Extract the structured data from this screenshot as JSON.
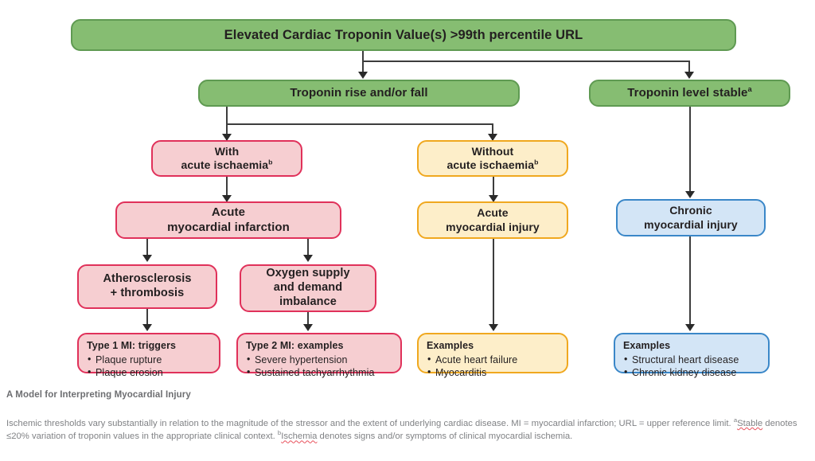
{
  "figure": {
    "caption_title": "A Model for Interpreting Myocardial Injury",
    "caption_body_part1": "Ischemic thresholds vary substantially in relation to the magnitude of the stressor and the extent of underlying cardiac disease. MI = myocardial infarction; URL = upper reference limit. ",
    "caption_sup_a": "a",
    "caption_spell_stable": "Stable",
    "caption_body_part2": " denotes ≤20% variation of troponin values in the appropriate clinical context. ",
    "caption_sup_b": "b",
    "caption_spell_ischemia": "Ischemia",
    "caption_body_part3": " denotes signs and/or symptoms of clinical myocardial ischemia."
  },
  "colors": {
    "green_fill": "#86bd72",
    "green_border": "#5f9a52",
    "pink_fill": "#f6ced1",
    "pink_border": "#e0315a",
    "yellow_fill": "#fdeec9",
    "yellow_border": "#f0a81f",
    "blue_fill": "#d3e5f6",
    "blue_border": "#3a87c8",
    "connector": "#3d3d3d"
  },
  "nodes": {
    "root": {
      "label": "Elevated Cardiac Troponin Value(s) >99th percentile URL",
      "color": "green"
    },
    "rise_fall": {
      "label": "Troponin rise and/or fall",
      "color": "green"
    },
    "stable": {
      "label": "Troponin level stable",
      "sup": "a",
      "color": "green"
    },
    "with_ischaemia": {
      "line1": "With",
      "line2": "acute ischaemia",
      "sup": "b",
      "color": "pink"
    },
    "without_ischaemia": {
      "line1": "Without",
      "line2": "acute ischaemia",
      "sup": "b",
      "color": "yellow"
    },
    "acute_mi": {
      "line1": "Acute",
      "line2": "myocardial infarction",
      "color": "pink"
    },
    "acute_injury": {
      "line1": "Acute",
      "line2": "myocardial injury",
      "color": "yellow"
    },
    "chronic_injury": {
      "line1": "Chronic",
      "line2": "myocardial injury",
      "color": "blue"
    },
    "atherosclerosis": {
      "line1": "Atherosclerosis",
      "line2": "+ thrombosis",
      "color": "pink"
    },
    "oxygen_imbalance": {
      "line1": "Oxygen supply",
      "line2": "and demand",
      "line3": "imbalance",
      "color": "pink"
    },
    "type1_examples": {
      "title": "Type 1 MI: triggers",
      "items": [
        "Plaque rupture",
        "Plaque erosion"
      ],
      "color": "pink"
    },
    "type2_examples": {
      "title": "Type 2 MI: examples",
      "items": [
        "Severe hypertension",
        "Sustained tachyarrhythmia"
      ],
      "color": "pink"
    },
    "acute_injury_examples": {
      "title": "Examples",
      "items": [
        "Acute heart failure",
        "Myocarditis"
      ],
      "color": "yellow"
    },
    "chronic_injury_examples": {
      "title": "Examples",
      "items": [
        "Structural heart disease",
        "Chronic kidney disease"
      ],
      "color": "blue"
    }
  }
}
